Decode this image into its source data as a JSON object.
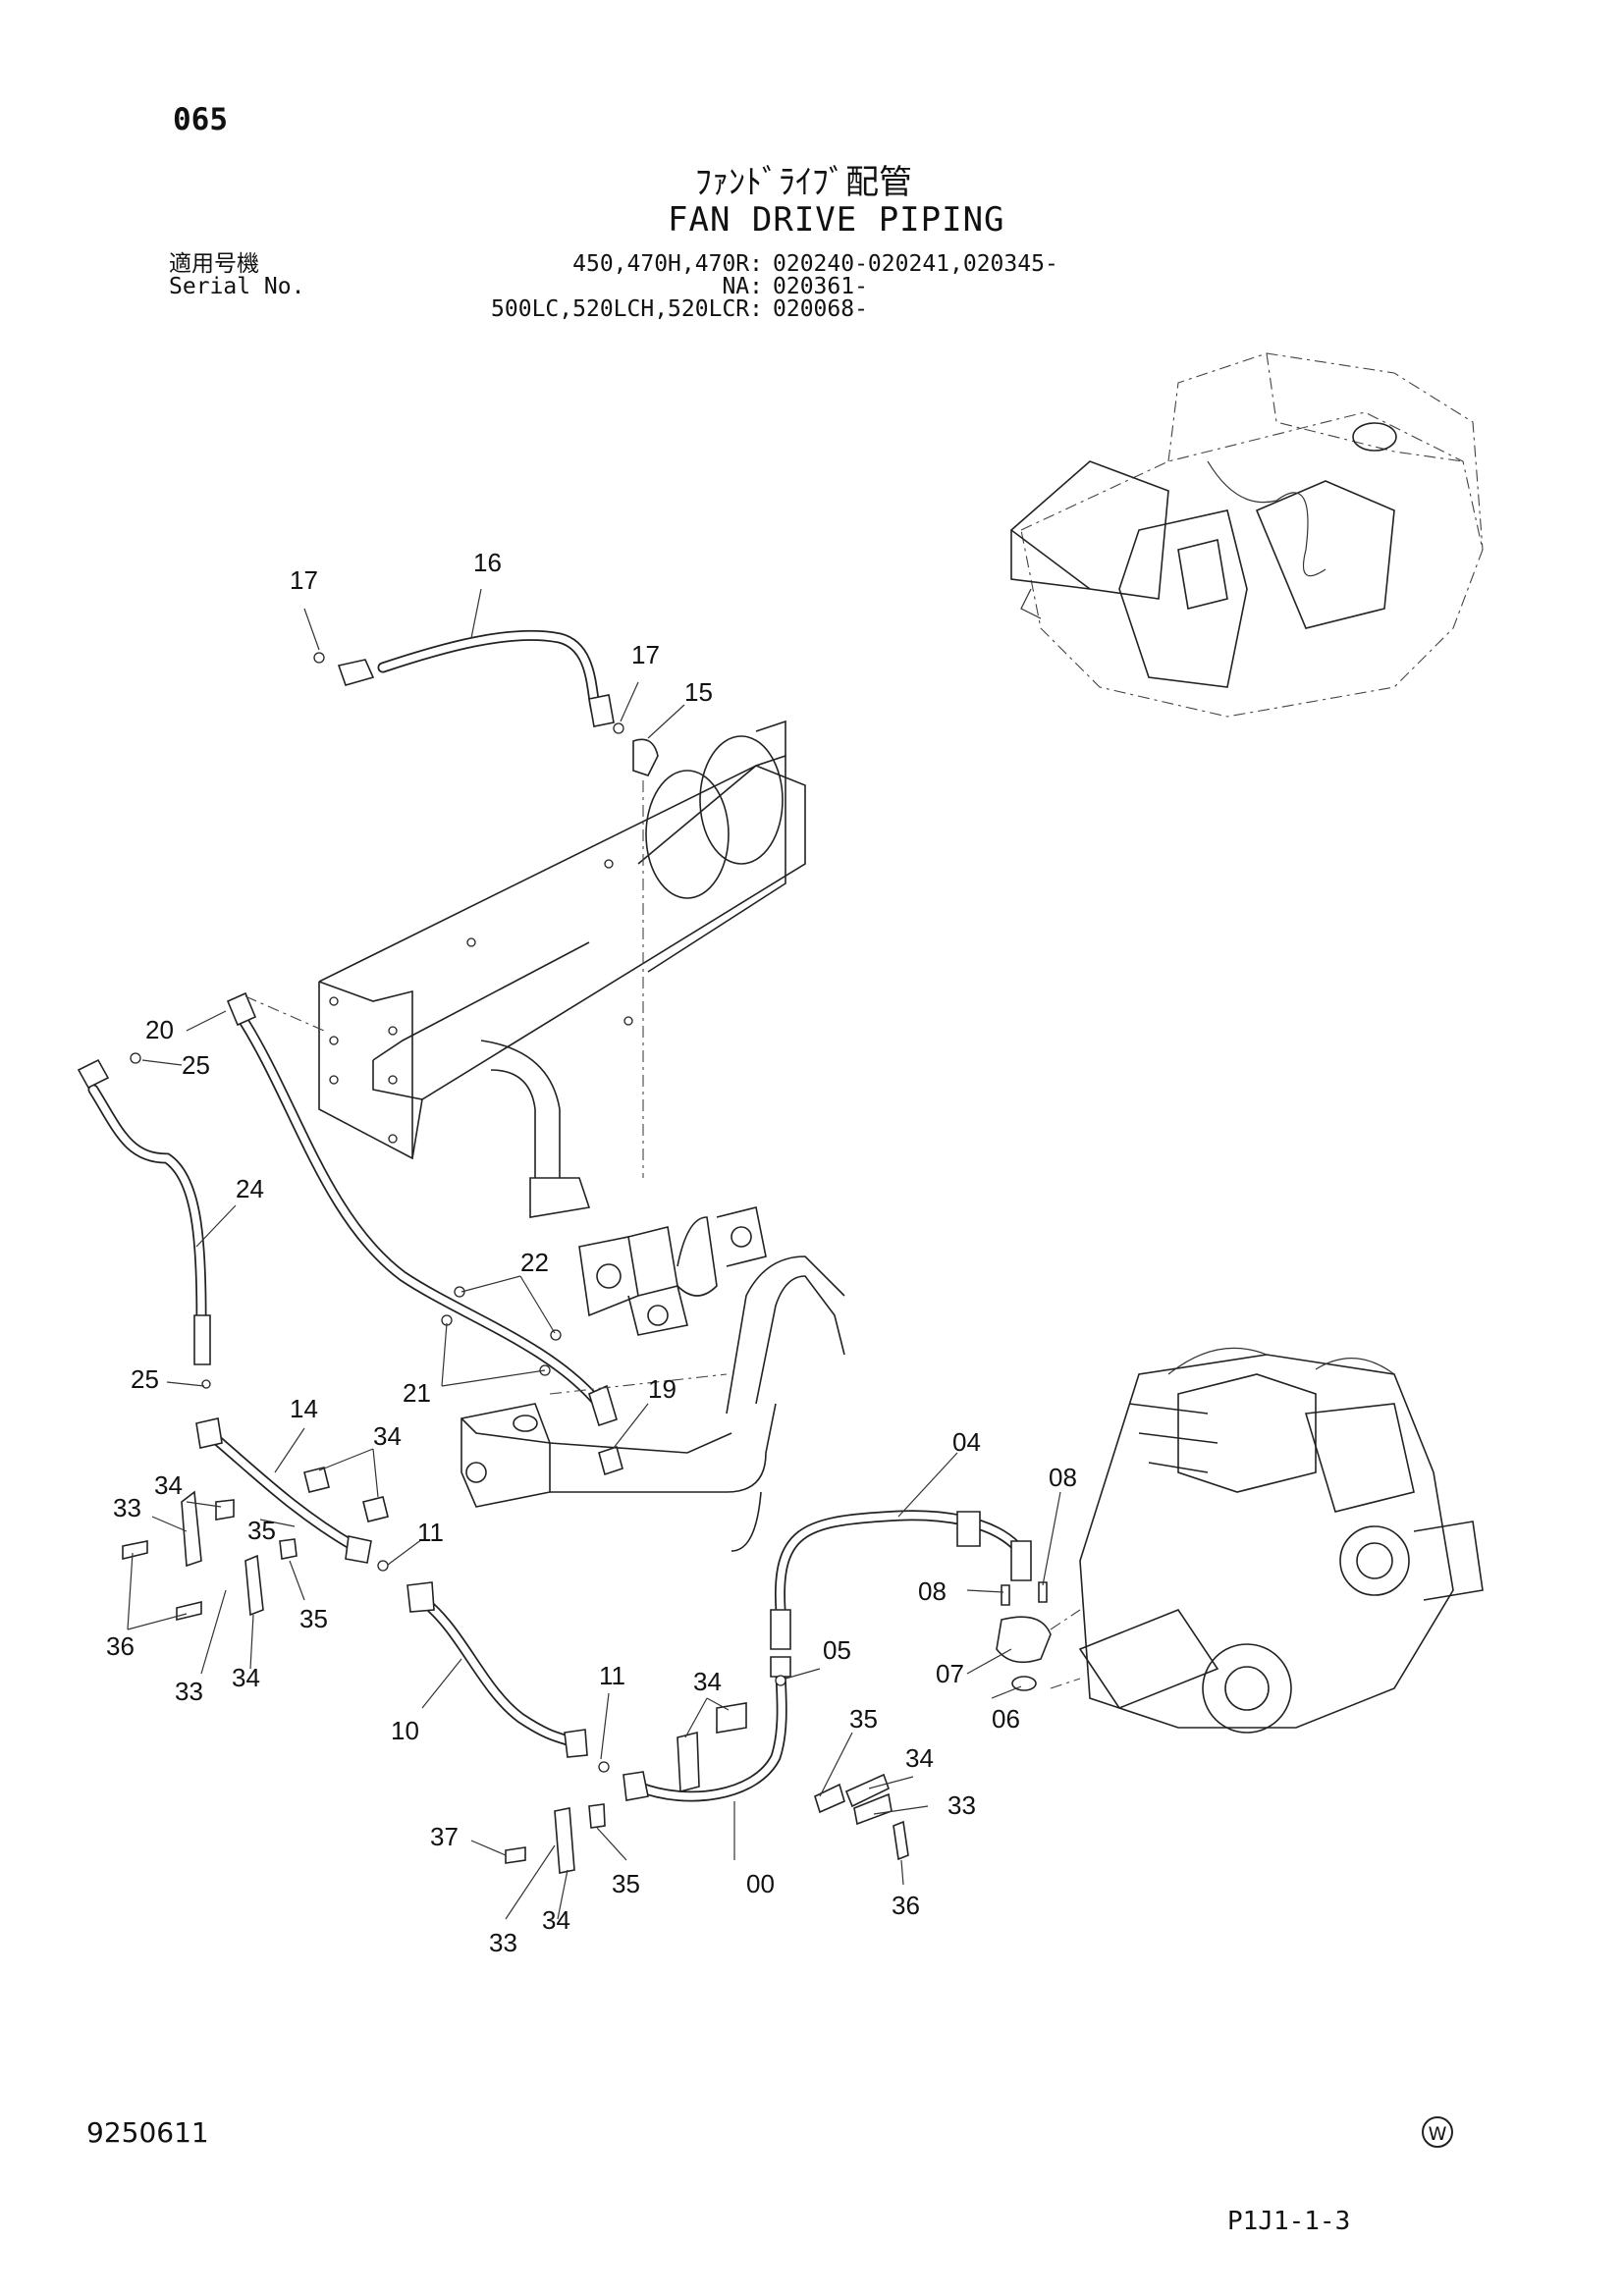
{
  "header": {
    "page_number": "065",
    "title_jp": "ﾌｧﾝﾄﾞﾗｲﾌﾞ配管",
    "title_en": "FAN DRIVE PIPING"
  },
  "serial": {
    "label_jp": "適用号機",
    "label_en": "Serial No.",
    "rows": [
      {
        "models": "450,470H,470R:",
        "range": "020240-020241,020345-"
      },
      {
        "models": "NA:",
        "range": "020361-"
      },
      {
        "models": "500LC,520LCH,520LCR:",
        "range": "020068-"
      }
    ]
  },
  "callouts": [
    {
      "id": "17",
      "label": "17"
    },
    {
      "id": "16",
      "label": "16"
    },
    {
      "id": "17b",
      "label": "17"
    },
    {
      "id": "15",
      "label": "15"
    },
    {
      "id": "20",
      "label": "20"
    },
    {
      "id": "25",
      "label": "25"
    },
    {
      "id": "24",
      "label": "24"
    },
    {
      "id": "22",
      "label": "22"
    },
    {
      "id": "21",
      "label": "21"
    },
    {
      "id": "25b",
      "label": "25"
    },
    {
      "id": "19",
      "label": "19"
    },
    {
      "id": "14",
      "label": "14"
    },
    {
      "id": "34a",
      "label": "34"
    },
    {
      "id": "34b",
      "label": "34"
    },
    {
      "id": "33a",
      "label": "33"
    },
    {
      "id": "35a",
      "label": "35"
    },
    {
      "id": "11a",
      "label": "11"
    },
    {
      "id": "36a",
      "label": "36"
    },
    {
      "id": "35b",
      "label": "35"
    },
    {
      "id": "33b",
      "label": "33"
    },
    {
      "id": "34c",
      "label": "34"
    },
    {
      "id": "04",
      "label": "04"
    },
    {
      "id": "08a",
      "label": "08"
    },
    {
      "id": "08b",
      "label": "08"
    },
    {
      "id": "07",
      "label": "07"
    },
    {
      "id": "05",
      "label": "05"
    },
    {
      "id": "06",
      "label": "06"
    },
    {
      "id": "11b",
      "label": "11"
    },
    {
      "id": "34d",
      "label": "34"
    },
    {
      "id": "10",
      "label": "10"
    },
    {
      "id": "35c",
      "label": "35"
    },
    {
      "id": "34e",
      "label": "34"
    },
    {
      "id": "33c",
      "label": "33"
    },
    {
      "id": "37",
      "label": "37"
    },
    {
      "id": "36b",
      "label": "36"
    },
    {
      "id": "35d",
      "label": "35"
    },
    {
      "id": "00",
      "label": "00"
    },
    {
      "id": "33d",
      "label": "33"
    },
    {
      "id": "34f",
      "label": "34"
    }
  ],
  "footer": {
    "doc_number": "9250611",
    "mark": "W",
    "code": "P1J1-1-3"
  }
}
